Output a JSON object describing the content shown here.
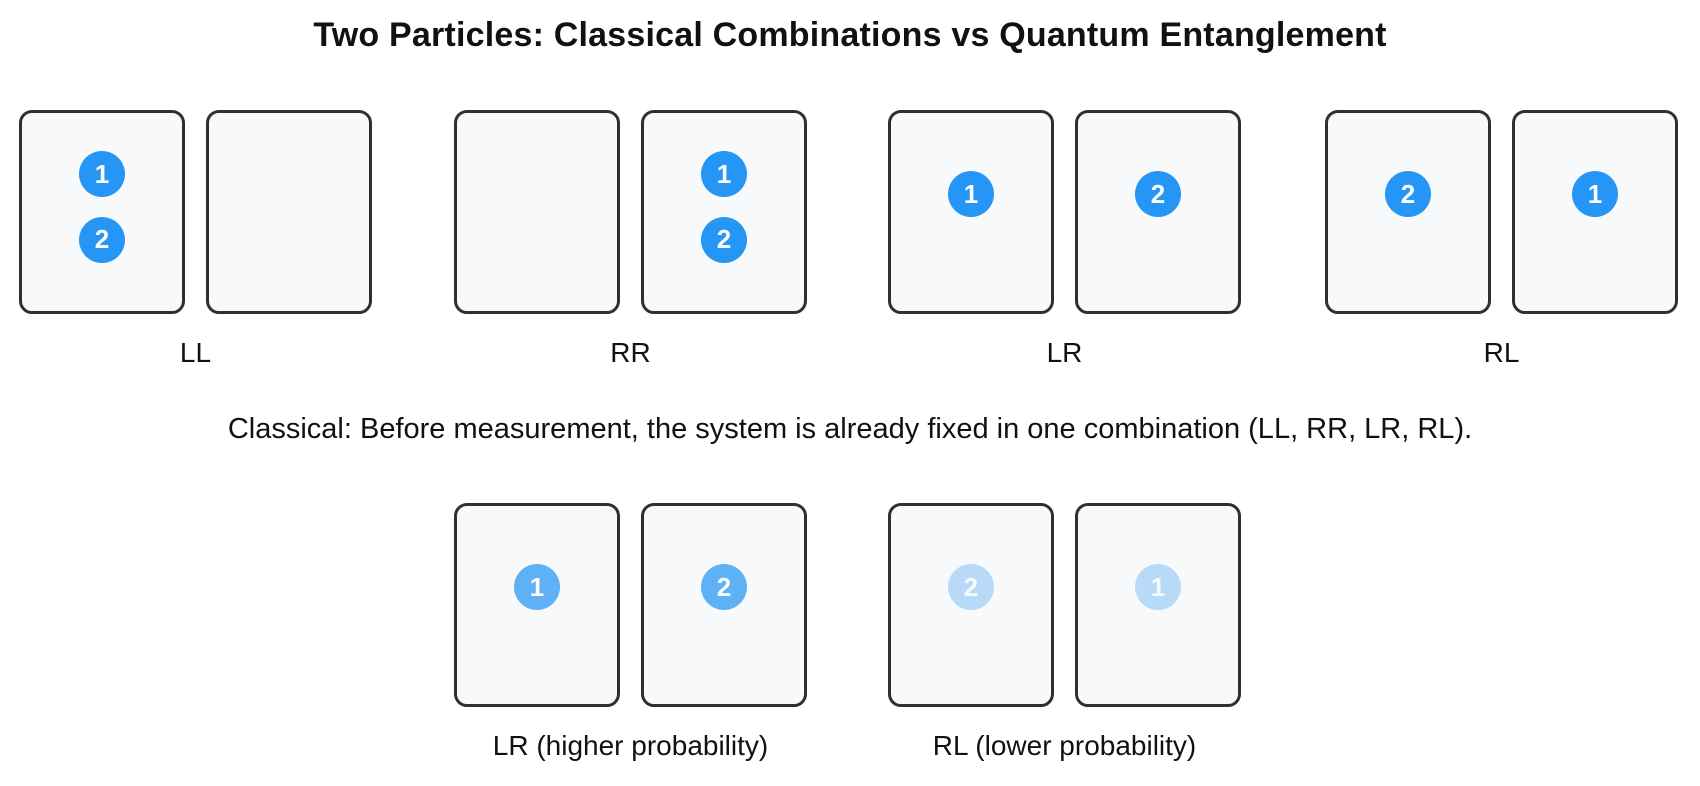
{
  "title": "Two Particles: Classical Combinations vs Quantum Entanglement",
  "classical": {
    "caption": "Classical: Before measurement, the system is already fixed in one combination (LL, RR, LR, RL).",
    "groups": [
      {
        "label": "LL",
        "left": [
          "1",
          "2"
        ],
        "right": []
      },
      {
        "label": "RR",
        "left": [],
        "right": [
          "1",
          "2"
        ]
      },
      {
        "label": "LR",
        "left": [
          "1"
        ],
        "right": [
          "2"
        ]
      },
      {
        "label": "RL",
        "left": [
          "2"
        ],
        "right": [
          "1"
        ]
      }
    ]
  },
  "quantum": {
    "groups": [
      {
        "label": "LR (higher probability)",
        "left": [
          "1"
        ],
        "right": [
          "2"
        ],
        "particle_opacity": 0.72
      },
      {
        "label": "RL (lower probability)",
        "left": [
          "2"
        ],
        "right": [
          "1"
        ],
        "particle_opacity": 0.3
      }
    ]
  },
  "colors": {
    "particle_blue": "#2596f5",
    "box_fill": "#f8f9fa",
    "box_border": "#303030",
    "text": "#111111"
  }
}
